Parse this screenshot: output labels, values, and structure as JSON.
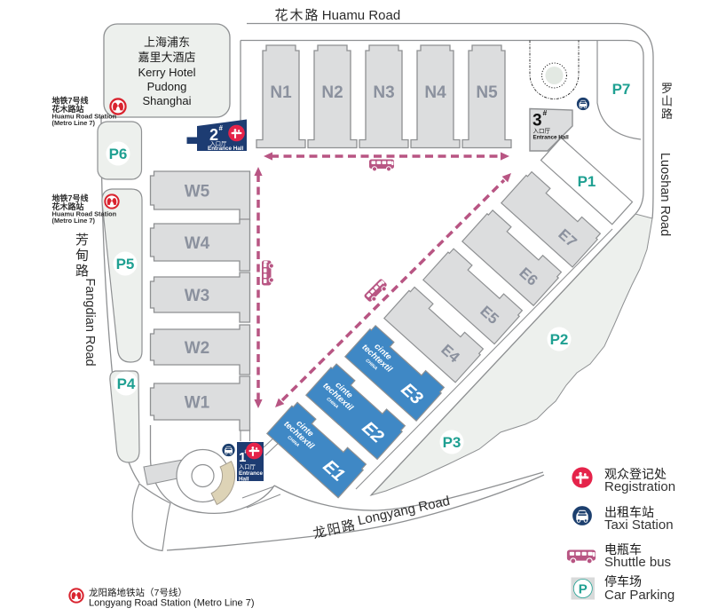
{
  "roads": {
    "huamu_zh": "花木路",
    "huamu_en": "Huamu Road",
    "luoshan_zh": "罗山路",
    "luoshan_en": "Luoshan Road",
    "fangdian_zh": "芳甸路",
    "fangdian_en": "Fangdian Road",
    "longyang_zh": "龙阳路",
    "longyang_en": "Longyang Road"
  },
  "hotel": {
    "lines": [
      "上海浦东",
      "嘉里大酒店",
      "Kerry Hotel",
      "Pudong",
      "Shanghai"
    ]
  },
  "metro_huamu": {
    "lines": [
      "地铁7号线",
      "花木路站",
      "Huamu Road Station",
      "(Metro Line 7)"
    ]
  },
  "metro_longyang": {
    "zh": "龙阳路地铁站（7号线）",
    "en": "Longyang Road Station (Metro Line 7)"
  },
  "halls": {
    "north": [
      "N1",
      "N2",
      "N3",
      "N4",
      "N5"
    ],
    "west": [
      "W5",
      "W4",
      "W3",
      "W2",
      "W1"
    ],
    "east": [
      "E1",
      "E2",
      "E3",
      "E4",
      "E5",
      "E6",
      "E7"
    ]
  },
  "brand": {
    "l1": "cinte",
    "l2": "techtextil",
    "l3": "CHINA"
  },
  "parking": {
    "p1": "P1",
    "p2": "P2",
    "p3": "P3",
    "p4": "P4",
    "p5": "P5",
    "p6": "P6",
    "p7": "P7"
  },
  "parking_letter": "P",
  "entrances": {
    "hall1": {
      "no": "1",
      "sup": "#",
      "zh": "入口厅",
      "en1": "Entrance",
      "en2": "Hall"
    },
    "hall2": {
      "no": "2",
      "sup": "#",
      "zh": "入口厅",
      "en": "Entrance Hall"
    },
    "hall3": {
      "no": "3",
      "sup": "#",
      "zh": "入口厅",
      "en": "Entrance Hall"
    }
  },
  "legend": {
    "registration_zh": "观众登记处",
    "registration_en": "Registration",
    "taxi_zh": "出租车站",
    "taxi_en": "Taxi Station",
    "shuttle_zh": "电瓶车",
    "shuttle_en": "Shuttle bus",
    "parking_zh": "停车场",
    "parking_en": "Car Parking"
  },
  "colors": {
    "hall_gray": "#dcddde",
    "hall_blue": "#3f88c5",
    "entrance_navy": "#1d3c72",
    "accent_red": "#e5234a",
    "route_magenta": "#b85583",
    "parking_teal": "#1fa092",
    "area_tint": "#edf0ed"
  }
}
